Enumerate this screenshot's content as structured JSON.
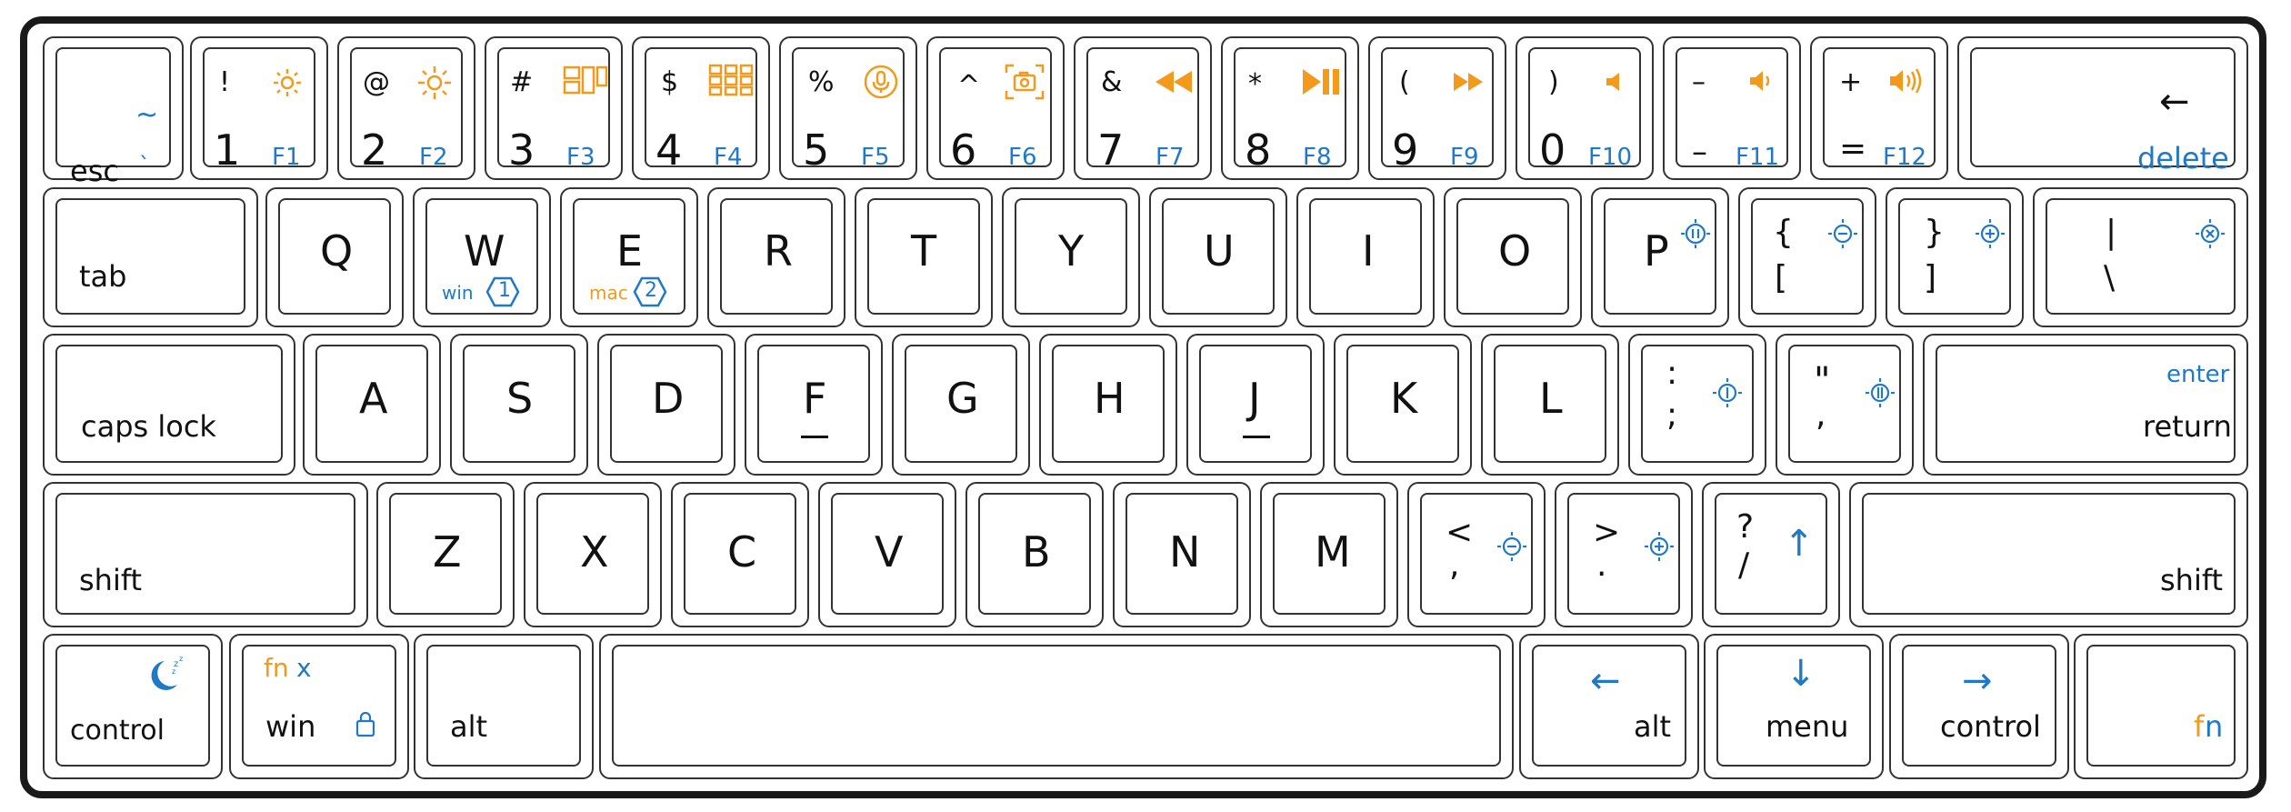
{
  "keys": {
    "esc": {
      "label": "esc",
      "sub": "~",
      "sub2": "`"
    },
    "k1": {
      "top": "!",
      "bottom": "1",
      "fn": "F1"
    },
    "k2": {
      "top": "@",
      "bottom": "2",
      "fn": "F2"
    },
    "k3": {
      "top": "#",
      "bottom": "3",
      "fn": "F3"
    },
    "k4": {
      "top": "$",
      "bottom": "4",
      "fn": "F4"
    },
    "k5": {
      "top": "%",
      "bottom": "5",
      "fn": "F5"
    },
    "k6": {
      "top": "^",
      "bottom": "6",
      "fn": "F6"
    },
    "k7": {
      "top": "&",
      "bottom": "7",
      "fn": "F7"
    },
    "k8": {
      "top": "*",
      "bottom": "8",
      "fn": "F8"
    },
    "k9": {
      "top": "(",
      "bottom": "9",
      "fn": "F9"
    },
    "k0": {
      "top": ")",
      "bottom": "0",
      "fn": "F10"
    },
    "minus": {
      "top": "–",
      "bottom": "–",
      "fn": "F11"
    },
    "equals": {
      "top": "+",
      "bottom": "=",
      "fn": "F12"
    },
    "delete": {
      "label": "delete",
      "arrow": "←"
    },
    "tab": {
      "label": "tab"
    },
    "q": {
      "label": "Q"
    },
    "w": {
      "label": "W",
      "sub": "win",
      "num": "1"
    },
    "e": {
      "label": "E",
      "sub": "mac",
      "num": "2"
    },
    "r": {
      "label": "R"
    },
    "t": {
      "label": "T"
    },
    "y": {
      "label": "Y"
    },
    "u": {
      "label": "U"
    },
    "i": {
      "label": "I"
    },
    "o": {
      "label": "O"
    },
    "p": {
      "label": "P"
    },
    "lbrace": {
      "top": "{",
      "bottom": "["
    },
    "rbrace": {
      "top": "}",
      "bottom": "]"
    },
    "pipe": {
      "top": "|",
      "bottom": "\\"
    },
    "caps": {
      "label": "caps lock"
    },
    "a": {
      "label": "A"
    },
    "s": {
      "label": "S"
    },
    "d": {
      "label": "D"
    },
    "f": {
      "label": "F"
    },
    "g": {
      "label": "G"
    },
    "h": {
      "label": "H"
    },
    "j": {
      "label": "J"
    },
    "k": {
      "label": "K"
    },
    "l": {
      "label": "L"
    },
    "semicolon": {
      "top": ":",
      "bottom": ";"
    },
    "quote": {
      "top": "\"",
      "bottom": ","
    },
    "return": {
      "label": "return",
      "sub": "enter"
    },
    "lshift": {
      "label": "shift"
    },
    "z": {
      "label": "Z"
    },
    "x": {
      "label": "X"
    },
    "c": {
      "label": "C"
    },
    "v": {
      "label": "V"
    },
    "b": {
      "label": "B"
    },
    "n": {
      "label": "N"
    },
    "m": {
      "label": "M"
    },
    "comma": {
      "top": "<",
      "bottom": ","
    },
    "period": {
      "top": ">",
      "bottom": "."
    },
    "slash": {
      "top": "?",
      "bottom": "/",
      "arrow": "↑"
    },
    "rshift": {
      "label": "shift"
    },
    "lcontrol": {
      "label": "control"
    },
    "win": {
      "label": "win",
      "fn1": "fn",
      "fn2": "x"
    },
    "lalt": {
      "label": "alt"
    },
    "ralt": {
      "label": "alt",
      "arrow": "←"
    },
    "menu": {
      "label": "menu",
      "arrow": "↓"
    },
    "rcontrol": {
      "label": "control",
      "arrow": "→"
    },
    "fn": {
      "label1": "f",
      "label2": "n"
    }
  },
  "colors": {
    "accent_blue": "#1f78c8",
    "accent_orange": "#f39a1c",
    "outline": "#333333"
  }
}
